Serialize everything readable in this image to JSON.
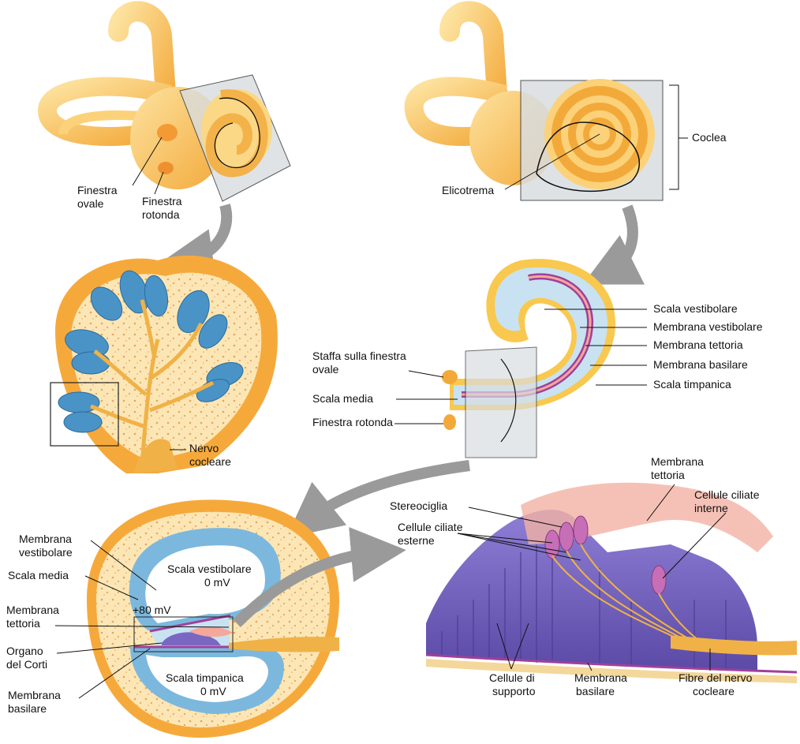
{
  "labels": {
    "finestra_ovale": [
      "Finestra",
      "ovale"
    ],
    "finestra_rotonda": [
      "Finestra",
      "rotonda"
    ],
    "elicotrema": "Elicotrema",
    "coclea": "Coclea",
    "nervo_cocleare": [
      "Nervo",
      "cocleare"
    ],
    "staffa": [
      "Staffa sulla finestra",
      "ovale"
    ],
    "scala_media_mid": "Scala media",
    "finestra_rotonda_mid": "Finestra rotonda",
    "scala_vestibolare_right": "Scala vestibolare",
    "membrana_vestibolare_right": "Membrana vestibolare",
    "membrana_tettoria_right": "Membrana tettoria",
    "membrana_basilare_right": "Membrana basilare",
    "scala_timpanica_right": "Scala timpanica",
    "membrana_vestibolare_left": [
      "Membrana",
      "vestibolare"
    ],
    "scala_media_left": "Scala media",
    "membrana_tettoria_left": [
      "Membrana",
      "tettoria"
    ],
    "organo_corti": [
      "Organo",
      "del Corti"
    ],
    "membrana_basilare_left": [
      "Membrana",
      "basilare"
    ],
    "scala_vestibolare_inner": [
      "Scala vestibolare",
      "0 mV"
    ],
    "potential_media": "+80 mV",
    "scala_timpanica_inner": [
      "Scala timpanica",
      "0 mV"
    ],
    "membrana_tettoria_detail": [
      "Membrana",
      "tettoria"
    ],
    "cellule_ciliate_interne": [
      "Cellule ciliate",
      "interne"
    ],
    "stereociglia": "Stereociglia",
    "cellule_ciliate_esterne": [
      "Cellule ciliate",
      "esterne"
    ],
    "cellule_supporto": [
      "Cellule di",
      "supporto"
    ],
    "membrana_basilare_detail": [
      "Membrana",
      "basilare"
    ],
    "fibre_nervo": [
      "Fibre del nervo",
      "cocleare"
    ]
  },
  "colors": {
    "bone": "#f9c84e",
    "bone_light": "#fde8a8",
    "fluid_blue": "#5aa4cf",
    "pale_blue": "#c8e2f2",
    "membrane_purple": "#a0409a",
    "cell_purple": "#7a67c2",
    "tectorial_pink": "#f3a89a",
    "arrow_gray": "#9a9a9a",
    "panel_gray": "#d9dde0"
  }
}
